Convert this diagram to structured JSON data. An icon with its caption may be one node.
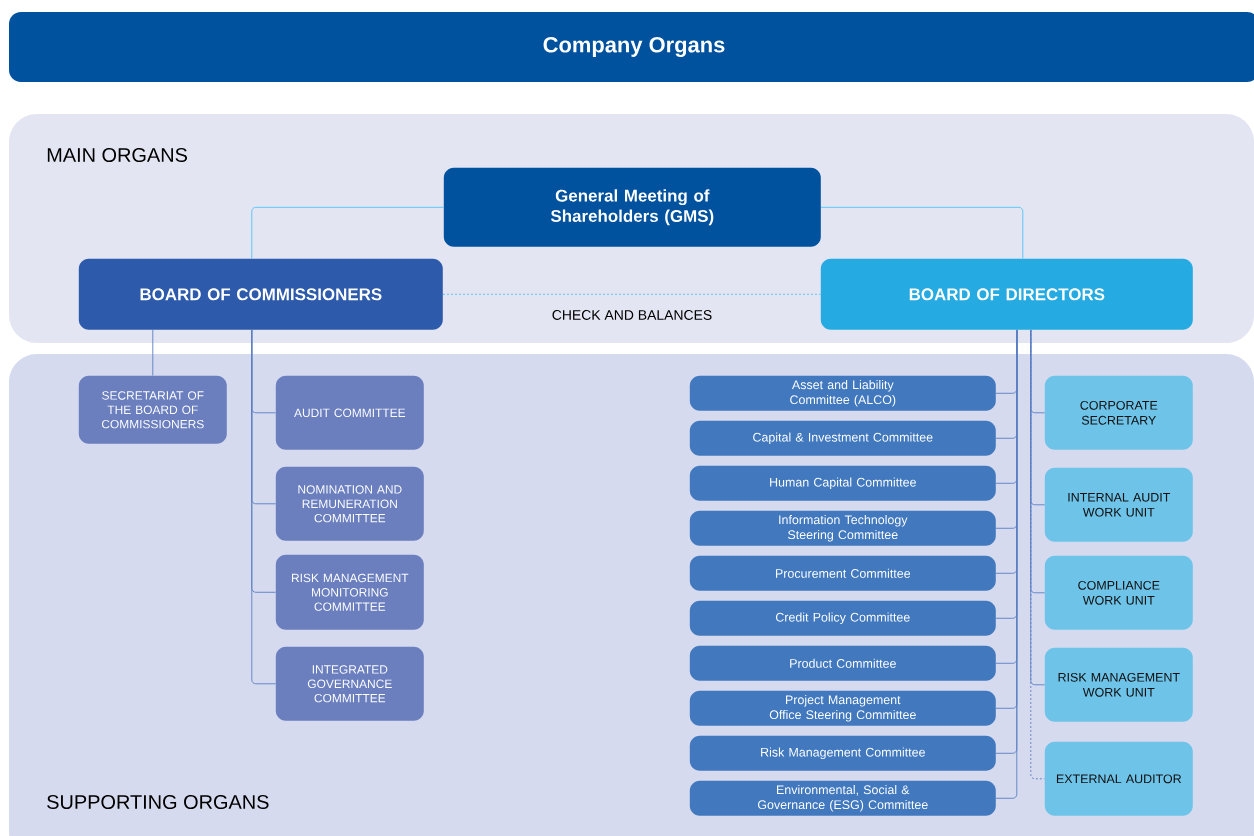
{
  "diagram": {
    "title": "Company Organs",
    "nodes": [
      {
        "text": [
          "MAIN ORGANS"
        ]
      },
      {
        "text": [
          "General Meeting of Shareholders (GMS)"
        ],
        "in": 0
      },
      {
        "text": [
          "BOARD OF COMMISSIONERS"
        ],
        "in": 0
      },
      {
        "text": [
          "BOARD OF DIRECTORS"
        ],
        "in": 0
      },
      {
        "text": [
          "SUPPORTING ORGANS"
        ]
      },
      {
        "text": [
          "SECRETARIAT OF THE BOARD OF COMMISSIONERS"
        ],
        "in": 4
      },
      {
        "text": [
          "AUDIT COMMITTEE"
        ],
        "in": 4
      },
      {
        "text": [
          "NOMINATION AND REMUNERATION COMMITTEE"
        ],
        "in": 4
      },
      {
        "text": [
          "RISK MANAGEMENT MONITORING COMMITTEE"
        ],
        "in": 4
      },
      {
        "text": [
          "INTEGRATED GOVERNANCE COMMITTEE"
        ],
        "in": 4
      },
      {
        "text": [
          "Asset and Liability Committee (ALCO)"
        ],
        "in": 4
      },
      {
        "text": [
          "Capital & Investment Committee"
        ],
        "in": 4
      },
      {
        "text": [
          "Human Capital Committee"
        ],
        "in": 4
      },
      {
        "text": [
          "Information Technology Steering Committee"
        ],
        "in": 4
      },
      {
        "text": [
          "Procurement Committee"
        ],
        "in": 4
      },
      {
        "text": [
          "Credit Policy Committee"
        ],
        "in": 4
      },
      {
        "text": [
          "Product Committee"
        ],
        "in": 4
      },
      {
        "text": [
          "Project Management Office Steering Committee"
        ],
        "in": 4
      },
      {
        "text": [
          "Risk Management Committee"
        ],
        "in": 4
      },
      {
        "text": [
          "Environmental, Social & Governance (ESG) Committee"
        ],
        "in": 4
      },
      {
        "text": [
          "CORPORATE SECRETARY"
        ],
        "in": 4
      },
      {
        "text": [
          "INTERNAL AUDIT WORK UNIT"
        ],
        "in": 4
      },
      {
        "text": [
          "COMPLIANCE WORK UNIT"
        ],
        "in": 4
      },
      {
        "text": [
          "RISK MANAGEMENT WORK UNIT"
        ],
        "in": 4
      },
      {
        "text": [
          "EXTERNAL AUDITOR"
        ],
        "in": 4
      }
    ],
    "edges": [
      {
        "from": 1,
        "to": 2,
        "arrow": "none",
        "color": "#4fc3f7"
      },
      {
        "from": 1,
        "to": 3,
        "arrow": "none",
        "color": "#4fc3f7"
      },
      {
        "from": 2,
        "to": 3,
        "arrow": "none",
        "label": "CHECK AND BALANCES",
        "style": "dashed",
        "color": "#4fc3f7"
      },
      {
        "from": 2,
        "to": 5,
        "arrow": "none"
      },
      {
        "from": 2,
        "to": 6,
        "arrow": "none"
      },
      {
        "from": 2,
        "to": 7,
        "arrow": "none"
      },
      {
        "from": 2,
        "to": 8,
        "arrow": "none"
      },
      {
        "from": 2,
        "to": 9,
        "arrow": "none"
      },
      {
        "from": 3,
        "to": 10,
        "arrow": "none"
      },
      {
        "from": 3,
        "to": 11,
        "arrow": "none"
      },
      {
        "from": 3,
        "to": 12,
        "arrow": "none"
      },
      {
        "from": 3,
        "to": 13,
        "arrow": "none"
      },
      {
        "from": 3,
        "to": 14,
        "arrow": "none"
      },
      {
        "from": 3,
        "to": 15,
        "arrow": "none"
      },
      {
        "from": 3,
        "to": 16,
        "arrow": "none"
      },
      {
        "from": 3,
        "to": 17,
        "arrow": "none"
      },
      {
        "from": 3,
        "to": 18,
        "arrow": "none"
      },
      {
        "from": 3,
        "to": 19,
        "arrow": "none"
      },
      {
        "from": 3,
        "to": 20,
        "arrow": "none"
      },
      {
        "from": 3,
        "to": 21,
        "arrow": "none"
      },
      {
        "from": 3,
        "to": 22,
        "arrow": "none"
      },
      {
        "from": 3,
        "to": 23,
        "arrow": "none"
      },
      {
        "from": 3,
        "to": 24,
        "arrow": "none",
        "style": "dashed"
      }
    ]
  }
}
